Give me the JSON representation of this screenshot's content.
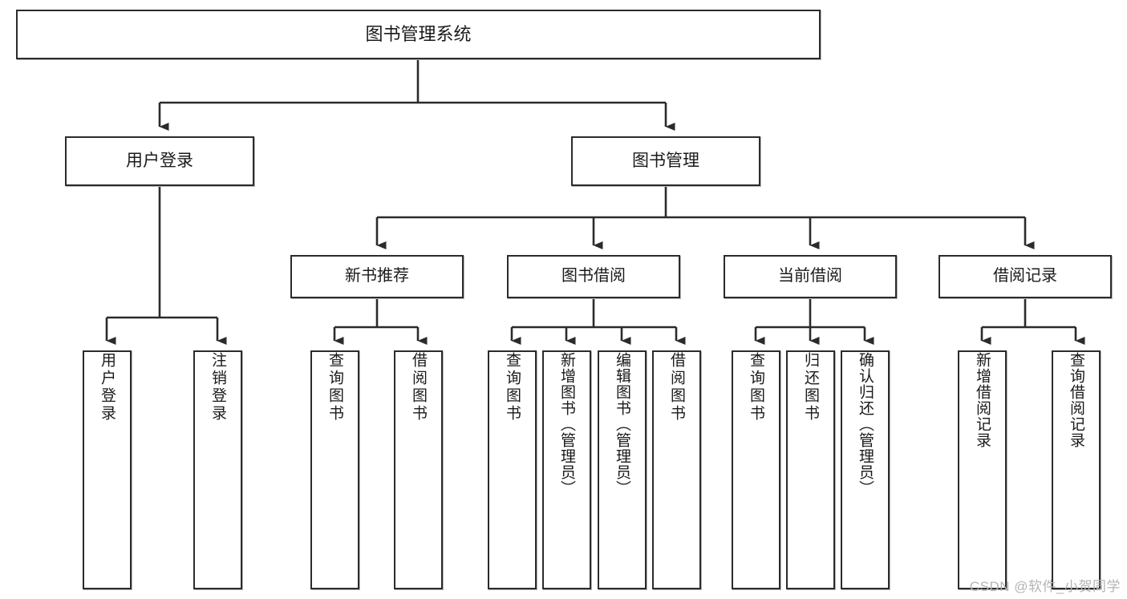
{
  "diagram": {
    "type": "tree-hierarchy-chart",
    "title": "图书管理系统",
    "stroke_color": "#2b2b2b",
    "background_color": "#ffffff",
    "text_color": "#1a1a1a",
    "nodes": {
      "root": {
        "label": "图书管理系统"
      },
      "level2": [
        {
          "id": "user-login",
          "label": "用户登录"
        },
        {
          "id": "book-manage",
          "label": "图书管理"
        }
      ],
      "level3": [
        {
          "id": "new-book-recommend",
          "label": "新书推荐"
        },
        {
          "id": "book-borrow",
          "label": "图书借阅"
        },
        {
          "id": "current-borrow",
          "label": "当前借阅"
        },
        {
          "id": "borrow-record",
          "label": "借阅记录"
        }
      ],
      "leaves": {
        "user-login": [
          {
            "id": "leaf-user-login",
            "label": "用户登录"
          },
          {
            "id": "leaf-logout",
            "label": "注销登录"
          }
        ],
        "new-book-recommend": [
          {
            "id": "leaf-query-book-1",
            "label": "查询图书"
          },
          {
            "id": "leaf-borrow-book-1",
            "label": "借阅图书"
          }
        ],
        "book-borrow": [
          {
            "id": "leaf-query-book-2",
            "label": "查询图书"
          },
          {
            "id": "leaf-add-book",
            "label": "新增图书（管理员）"
          },
          {
            "id": "leaf-edit-book",
            "label": "编辑图书（管理员）"
          },
          {
            "id": "leaf-borrow-book-2",
            "label": "借阅图书"
          }
        ],
        "current-borrow": [
          {
            "id": "leaf-query-book-3",
            "label": "查询图书"
          },
          {
            "id": "leaf-return-book",
            "label": "归还图书"
          },
          {
            "id": "leaf-confirm-return",
            "label": "确认归还（管理员）"
          }
        ],
        "borrow-record": [
          {
            "id": "leaf-add-record",
            "label": "新增借阅记录"
          },
          {
            "id": "leaf-query-record",
            "label": "查询借阅记录"
          }
        ]
      }
    },
    "watermark": "CSDN @软件_小贺同学"
  }
}
